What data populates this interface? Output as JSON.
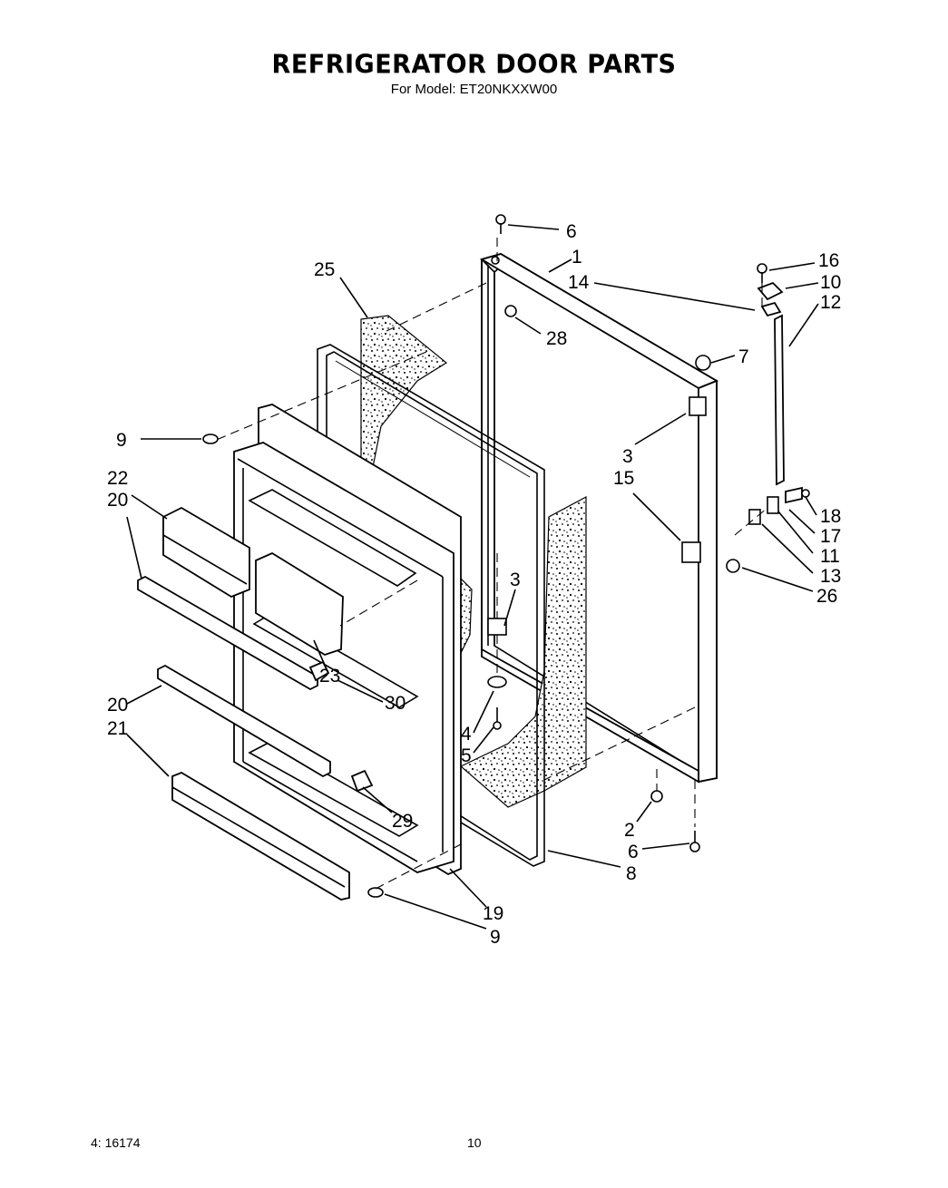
{
  "header": {
    "title": "REFRIGERATOR DOOR PARTS",
    "subtitle": "For Model: ET20NKXXW00"
  },
  "footer": {
    "doc_number": "4: 16174",
    "page_number": "10"
  },
  "callouts": {
    "c6_top": "6",
    "c1": "1",
    "c25": "25",
    "c14": "14",
    "c16": "16",
    "c10_top": "10",
    "c12": "12",
    "c28": "28",
    "c7": "7",
    "c9_top": "9",
    "c3_right": "3",
    "c15": "15",
    "c22": "22",
    "c20_top": "20",
    "c18": "18",
    "c17": "17",
    "c11": "11",
    "c13": "13",
    "c26": "26",
    "c3_mid": "3",
    "c23": "23",
    "c20_bottom": "20",
    "c30": "30",
    "c4": "4",
    "c21": "21",
    "c5": "5",
    "c29": "29",
    "c2": "2",
    "c6_bottom": "6",
    "c8": "8",
    "c19": "19",
    "c9_bottom": "9"
  }
}
